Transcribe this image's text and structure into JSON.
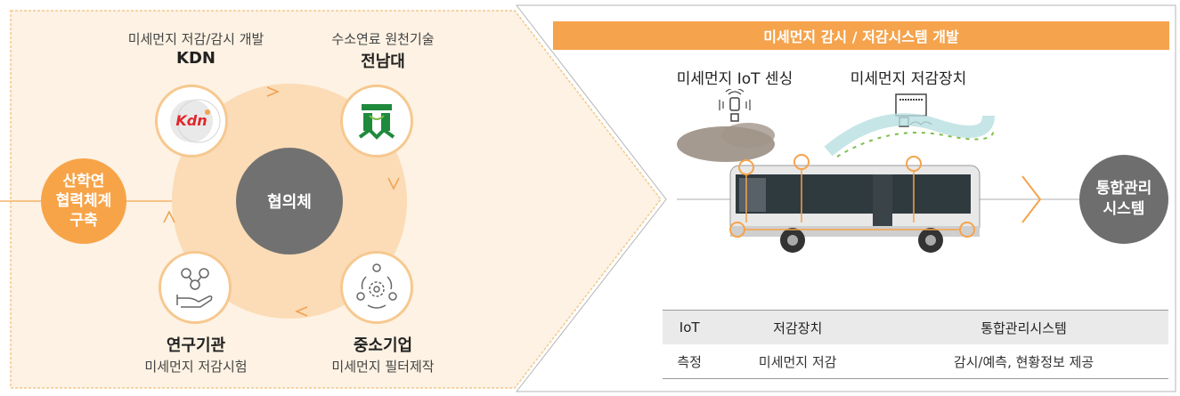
{
  "left": {
    "kdn": {
      "desc": "미세먼지 저감/감시 개발",
      "name": "KDN",
      "logo_text": "Kdn"
    },
    "jnu": {
      "desc": "수소연료 원천기술",
      "name": "전남대"
    },
    "research": {
      "name": "연구기관",
      "desc": "미세먼지 저감시험"
    },
    "sme": {
      "name": "중소기업",
      "desc": "미세먼지 필터제작"
    },
    "center": "협의체",
    "cooperation": [
      "산학연",
      "협력체계",
      "구축"
    ]
  },
  "right": {
    "banner": "미세먼지 감시 / 저감시스템 개발",
    "sensing_label": "미세먼지 IoT 센싱",
    "reducer_label": "미세먼지 저감장치",
    "integrated": [
      "통합관리",
      "시스템"
    ],
    "table": {
      "headers": [
        "IoT",
        "저감장치",
        "통합관리시스템"
      ],
      "rows": [
        [
          "측정",
          "미세먼지 저감",
          "감시/예측, 현황정보 제공"
        ]
      ]
    }
  },
  "colors": {
    "accent": "#f5a34c",
    "panel": "#fdf2e3",
    "dark": "#6e6e6e"
  }
}
